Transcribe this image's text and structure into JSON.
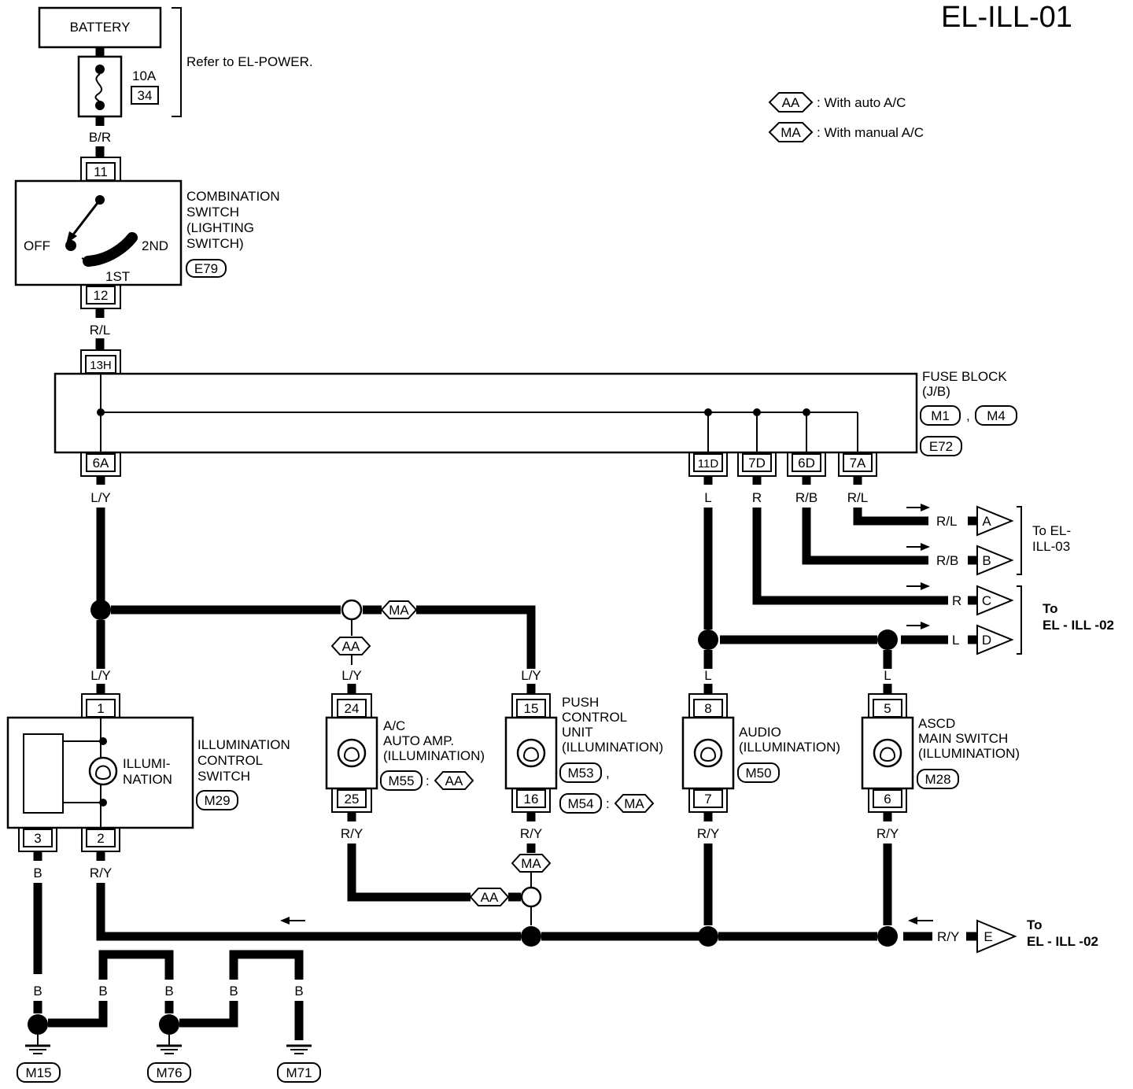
{
  "page": {
    "code": "EL-ILL-01"
  },
  "legend": [
    {
      "tag": "AA",
      "text": ": With auto A/C"
    },
    {
      "tag": "MA",
      "text": ": With manual A/C"
    }
  ],
  "power": {
    "battery": "BATTERY",
    "fuse_amp": "10A",
    "fuse_no": "34",
    "refer": "Refer to EL-POWER.",
    "wire": "B/R"
  },
  "combination_switch": {
    "title_lines": [
      "COMBINATION",
      "SWITCH",
      "(LIGHTING",
      " SWITCH)"
    ],
    "connector": "E79",
    "pin_in": "11",
    "pin_out": "12",
    "pos_off": "OFF",
    "pos_1st": "1ST",
    "pos_2nd": "2ND",
    "wire_out": "R/L"
  },
  "fuse_block": {
    "title_lines": [
      "FUSE BLOCK",
      "(J/B)"
    ],
    "connectors": [
      "M1",
      "M4",
      "E72"
    ],
    "sep": ",",
    "pin_in": "13H",
    "pins": [
      "6A",
      "11D",
      "7D",
      "6D",
      "7A"
    ],
    "wires": [
      "L/Y",
      "L",
      "R",
      "R/B",
      "R/L"
    ]
  },
  "outputs": [
    {
      "wire": "R/L",
      "letter": "A"
    },
    {
      "wire": "R/B",
      "letter": "B"
    },
    {
      "wire": "R",
      "letter": "C"
    },
    {
      "wire": "L",
      "letter": "D"
    }
  ],
  "dest_ill03": [
    "To EL-",
    "ILL-03"
  ],
  "dest_ill02": [
    "To",
    "EL - ILL -02"
  ],
  "illumination_control_switch": {
    "title_lines": [
      "ILLUMINATION",
      "CONTROL",
      "SWITCH"
    ],
    "bulb_lines": [
      "ILLUMI-",
      "NATION"
    ],
    "connector": "M29",
    "pin_in": "1",
    "pin_out": "2",
    "pin_gnd": "3",
    "wire_in": "L/Y",
    "wire_out": "R/Y",
    "wire_gnd": "B"
  },
  "ac_auto_amp": {
    "title_lines": [
      "A/C",
      "AUTO AMP.",
      "(ILLUMINATION)"
    ],
    "connector": "M55",
    "tag": "AA",
    "sep": ":",
    "pin_in": "24",
    "pin_out": "25",
    "wire_in": "L/Y",
    "wire_out": "R/Y"
  },
  "push_control_unit": {
    "title_lines": [
      "PUSH",
      "CONTROL",
      "UNIT",
      "(ILLUMINATION)"
    ],
    "connector_1": "M53",
    "sep_1": ",",
    "connector_2": "M54",
    "sep_2": ":",
    "tag": "MA",
    "pin_in": "15",
    "pin_out": "16",
    "wire_in": "L/Y",
    "wire_out": "R/Y"
  },
  "audio": {
    "title_lines": [
      "AUDIO",
      "(ILLUMINATION)"
    ],
    "connector": "M50",
    "pin_in": "8",
    "pin_out": "7",
    "wire_in": "L",
    "wire_out": "R/Y"
  },
  "ascd_main_switch": {
    "title_lines": [
      "ASCD",
      "MAIN SWITCH",
      "(ILLUMINATION)"
    ],
    "connector": "M28",
    "pin_in": "5",
    "pin_out": "6",
    "wire_in": "L",
    "wire_out": "R/Y"
  },
  "return_line": {
    "wire": "R/Y",
    "letter": "E",
    "tag_ma": "MA",
    "tag_aa": "AA"
  },
  "grounds": {
    "wire": "B",
    "connectors": [
      "M15",
      "M76",
      "M71"
    ]
  }
}
